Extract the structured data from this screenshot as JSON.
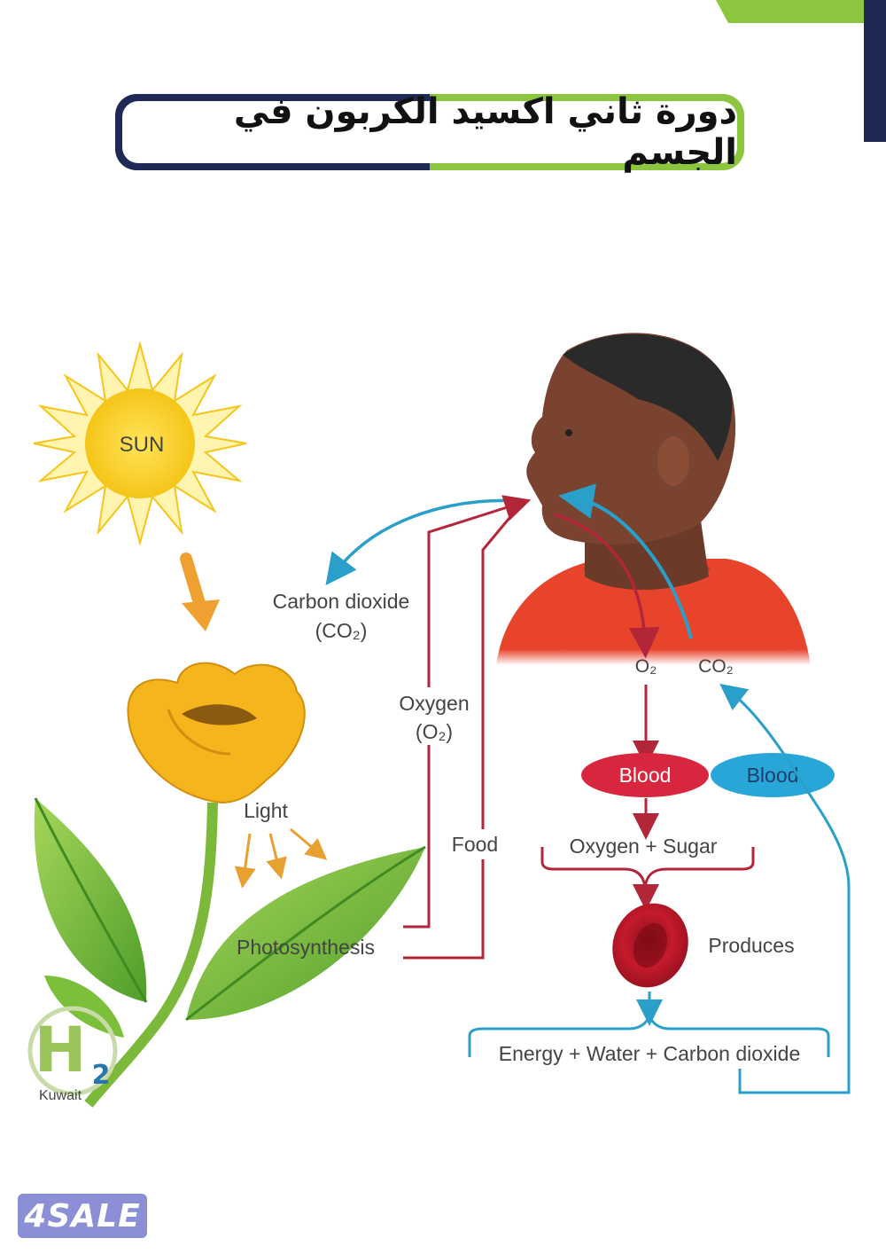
{
  "title": "دورة ثاني اكسيد الكربون في الجسم",
  "labels": {
    "sun": "SUN",
    "carbon_dioxide": "Carbon dioxide",
    "co2_formula": "(CO₂)",
    "oxygen": "Oxygen",
    "o2_formula": "(O₂)",
    "light": "Light",
    "photosynthesis": "Photosynthesis",
    "food": "Food",
    "o2_body": "O₂",
    "co2_body": "CO₂",
    "blood_red": "Blood",
    "blood_blue": "Blood",
    "oxygen_sugar": "Oxygen + Sugar",
    "produces": "Produces",
    "energy_water_co2": "Energy + Water + Carbon dioxide"
  },
  "logo": {
    "h2_letter": "H",
    "h2_sub": "2",
    "h2_word": "Kuwait",
    "watermark": "4SALE"
  },
  "colors": {
    "navy": "#1e2a55",
    "green": "#8cc63f",
    "red_arrow": "#b3263a",
    "blue_arrow": "#2a9fc9",
    "sun": "#f5c518",
    "blood_red": "#d7263d",
    "blood_blue": "#29a6d8",
    "shirt": "#e8442c"
  }
}
